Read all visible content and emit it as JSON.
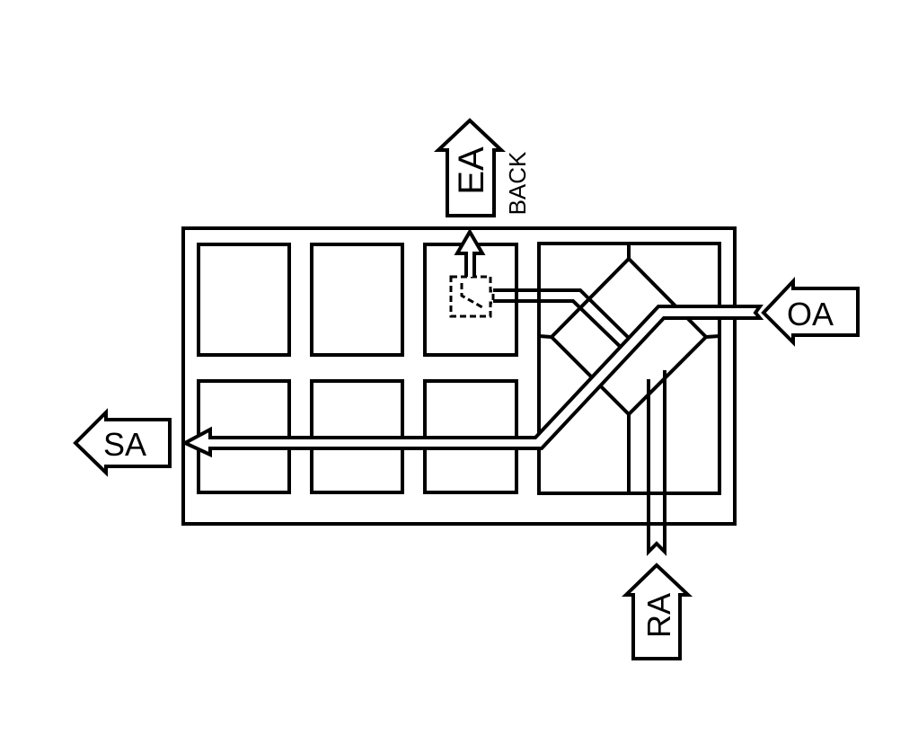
{
  "labels": {
    "exhaust": "EA",
    "exhaust_note": "BACK",
    "outdoor": "OA",
    "supply": "SA",
    "return": "RA"
  },
  "colors": {
    "stroke": "#000000",
    "background": "#ffffff"
  }
}
